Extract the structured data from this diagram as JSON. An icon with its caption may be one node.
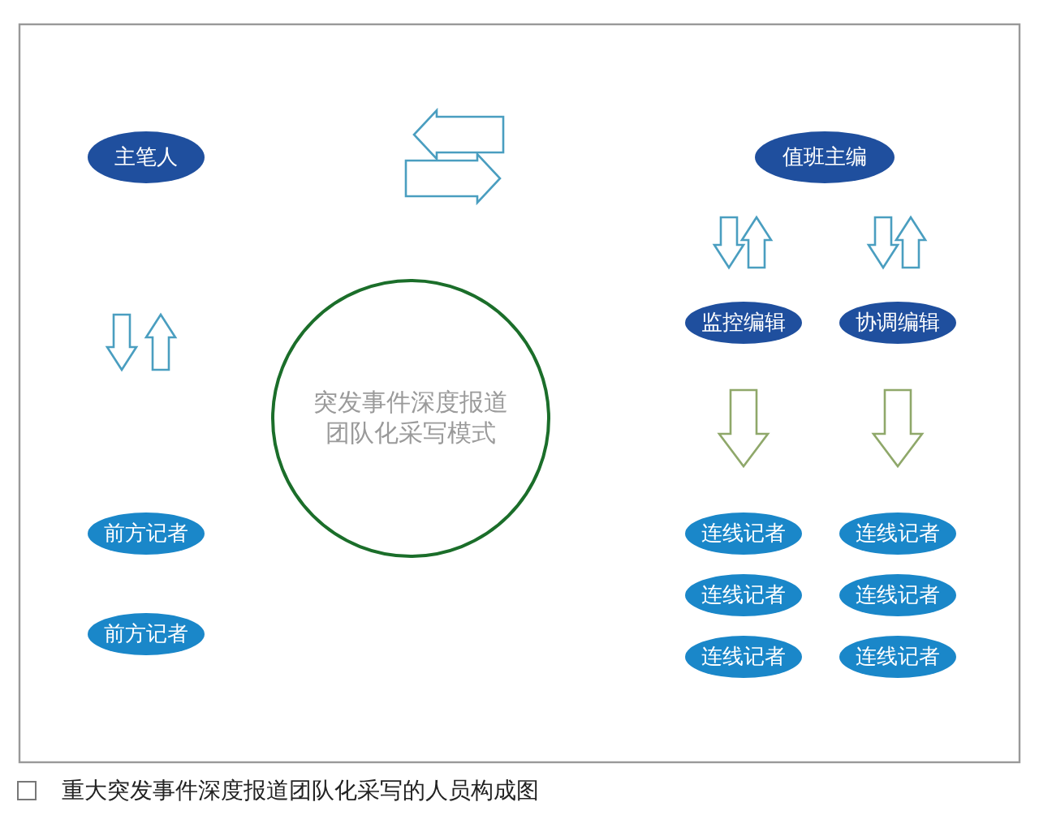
{
  "diagram": {
    "caption": "重大突发事件深度报道团队化采写的人员构成图",
    "nodes": [
      {
        "text": [
          "主笔人"
        ]
      },
      {
        "text": [
          "值班主编"
        ]
      },
      {
        "text": [
          "突发事件深度报道团队化采写模式"
        ]
      },
      {
        "text": [
          "监控编辑"
        ]
      },
      {
        "text": [
          "协调编辑"
        ]
      },
      {
        "text": [
          "前方记者"
        ]
      },
      {
        "text": [
          "前方记者"
        ]
      },
      {
        "text": [
          "连线记者"
        ]
      },
      {
        "text": [
          "连线记者"
        ]
      },
      {
        "text": [
          "连线记者"
        ]
      },
      {
        "text": [
          "连线记者"
        ]
      },
      {
        "text": [
          "连线记者"
        ]
      },
      {
        "text": [
          "连线记者"
        ]
      }
    ],
    "edges": [
      {
        "from": 1,
        "to": 3,
        "arrow": "to"
      },
      {
        "from": 3,
        "to": 1,
        "arrow": "to"
      },
      {
        "from": 1,
        "to": 4,
        "arrow": "to"
      },
      {
        "from": 4,
        "to": 1,
        "arrow": "to"
      },
      {
        "from": 3,
        "to": 7,
        "arrow": "to",
        "color": "#8fa86a"
      },
      {
        "from": 4,
        "to": 8,
        "arrow": "to",
        "color": "#8fa86a"
      }
    ]
  }
}
